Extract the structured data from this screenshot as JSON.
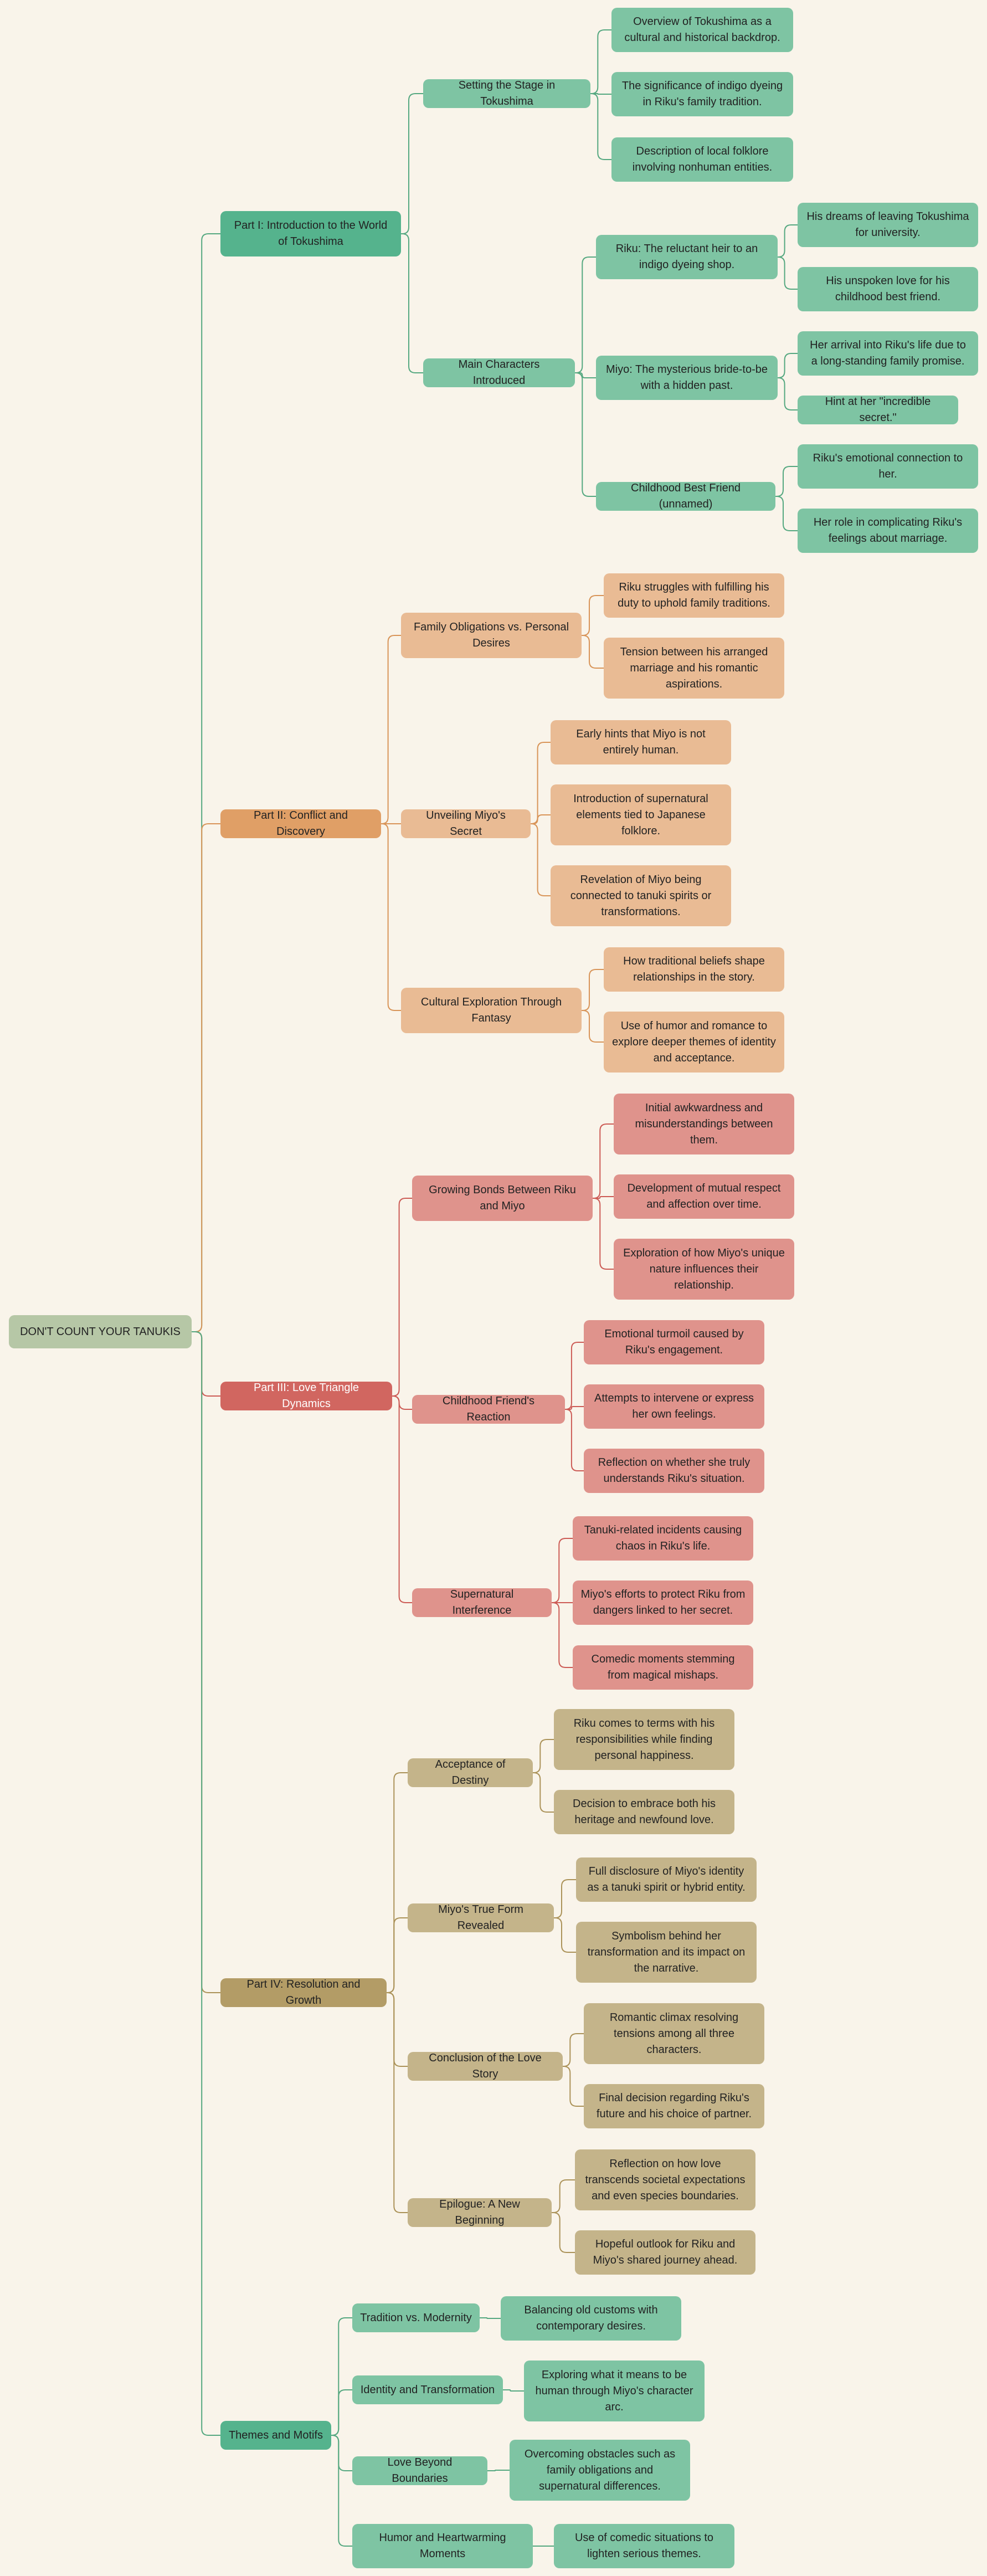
{
  "colors": {
    "background": "#f9f4ea",
    "root": "#b6c7a6",
    "part1": "#55b38d",
    "part2": "#e09f66",
    "part3": "#d16660",
    "part4": "#b39c66",
    "themes": "#55b38d"
  },
  "root": {
    "label": "DON'T COUNT YOUR TANUKIS",
    "children": [
      {
        "label": "Part I: Introduction to the World of Tokushima",
        "children": [
          {
            "label": "Setting the Stage in Tokushima",
            "children": [
              {
                "label": "Overview of Tokushima as a cultural and historical backdrop."
              },
              {
                "label": "The significance of indigo dyeing in Riku's family tradition."
              },
              {
                "label": "Description of local folklore involving nonhuman entities."
              }
            ]
          },
          {
            "label": "Main Characters Introduced",
            "children": [
              {
                "label": "Riku: The reluctant heir to an indigo dyeing shop.",
                "children": [
                  {
                    "label": "His dreams of leaving Tokushima for university."
                  },
                  {
                    "label": "His unspoken love for his childhood best friend."
                  }
                ]
              },
              {
                "label": "Miyo: The mysterious bride-to-be with a hidden past.",
                "children": [
                  {
                    "label": "Her arrival into Riku's life due to a long-standing family promise."
                  },
                  {
                    "label": "Hint at her \"incredible secret.\""
                  }
                ]
              },
              {
                "label": "Childhood Best Friend (unnamed)",
                "children": [
                  {
                    "label": "Riku's emotional connection to her."
                  },
                  {
                    "label": "Her role in complicating Riku's feelings about marriage."
                  }
                ]
              }
            ]
          }
        ]
      },
      {
        "label": "Part II: Conflict and Discovery",
        "children": [
          {
            "label": "Family Obligations vs. Personal Desires",
            "children": [
              {
                "label": "Riku struggles with fulfilling his duty to uphold family traditions."
              },
              {
                "label": "Tension between his arranged marriage and his romantic aspirations."
              }
            ]
          },
          {
            "label": "Unveiling Miyo's Secret",
            "children": [
              {
                "label": "Early hints that Miyo is not entirely human."
              },
              {
                "label": "Introduction of supernatural elements tied to Japanese folklore."
              },
              {
                "label": "Revelation of Miyo being connected to tanuki spirits or transformations."
              }
            ]
          },
          {
            "label": "Cultural Exploration Through Fantasy",
            "children": [
              {
                "label": "How traditional beliefs shape relationships in the story."
              },
              {
                "label": "Use of humor and romance to explore deeper themes of identity and acceptance."
              }
            ]
          }
        ]
      },
      {
        "label": "Part III: Love Triangle Dynamics",
        "children": [
          {
            "label": "Growing Bonds Between Riku and Miyo",
            "children": [
              {
                "label": "Initial awkwardness and misunderstandings between them."
              },
              {
                "label": "Development of mutual respect and affection over time."
              },
              {
                "label": "Exploration of how Miyo's unique nature influences their relationship."
              }
            ]
          },
          {
            "label": "Childhood Friend's Reaction",
            "children": [
              {
                "label": "Emotional turmoil caused by Riku's engagement."
              },
              {
                "label": "Attempts to intervene or express her own feelings."
              },
              {
                "label": "Reflection on whether she truly understands Riku's situation."
              }
            ]
          },
          {
            "label": "Supernatural Interference",
            "children": [
              {
                "label": "Tanuki-related incidents causing chaos in Riku's life."
              },
              {
                "label": "Miyo's efforts to protect Riku from dangers linked to her secret."
              },
              {
                "label": "Comedic moments stemming from magical mishaps."
              }
            ]
          }
        ]
      },
      {
        "label": "Part IV: Resolution and Growth",
        "children": [
          {
            "label": "Acceptance of Destiny",
            "children": [
              {
                "label": "Riku comes to terms with his responsibilities while finding personal happiness."
              },
              {
                "label": "Decision to embrace both his heritage and newfound love."
              }
            ]
          },
          {
            "label": "Miyo's True Form Revealed",
            "children": [
              {
                "label": "Full disclosure of Miyo's identity as a tanuki spirit or hybrid entity."
              },
              {
                "label": "Symbolism behind her transformation and its impact on the narrative."
              }
            ]
          },
          {
            "label": "Conclusion of the Love Story",
            "children": [
              {
                "label": "Romantic climax resolving tensions among all three characters."
              },
              {
                "label": "Final decision regarding Riku's future and his choice of partner."
              }
            ]
          },
          {
            "label": "Epilogue: A New Beginning",
            "children": [
              {
                "label": "Reflection on how love transcends societal expectations and even species boundaries."
              },
              {
                "label": "Hopeful outlook for Riku and Miyo's shared journey ahead."
              }
            ]
          }
        ]
      },
      {
        "label": "Themes and Motifs",
        "children": [
          {
            "label": "Tradition vs. Modernity",
            "children": [
              {
                "label": "Balancing old customs with contemporary desires."
              }
            ]
          },
          {
            "label": "Identity and Transformation",
            "children": [
              {
                "label": "Exploring what it means to be human through Miyo's character arc."
              }
            ]
          },
          {
            "label": "Love Beyond Boundaries",
            "children": [
              {
                "label": "Overcoming obstacles such as family obligations and supernatural differences."
              }
            ]
          },
          {
            "label": "Humor and Heartwarming Moments",
            "children": [
              {
                "label": "Use of comedic situations to lighten serious themes."
              }
            ]
          }
        ]
      }
    ]
  }
}
